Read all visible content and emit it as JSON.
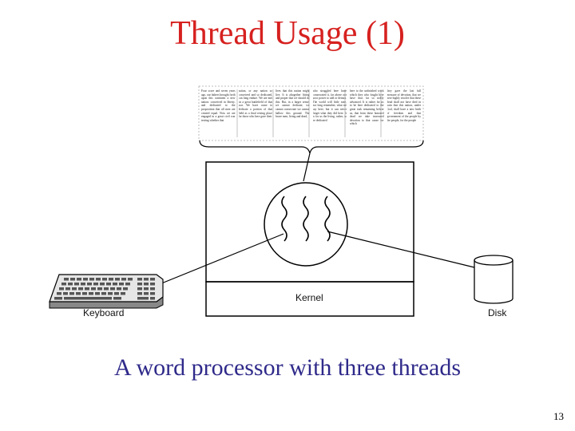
{
  "slide": {
    "title": "Thread Usage (1)",
    "caption": "A word processor with three threads",
    "page_number": "13"
  },
  "diagram": {
    "kernel_label": "Kernel",
    "keyboard_label": "Keyboard",
    "disk_label": "Disk",
    "document_columns": [
      "Four score and seven years ago, our fathers brought forth upon this continent a new nation: conceived in liberty, and dedicated to the proposition that all men are created equal. Now we are engaged in a great civil war testing whether that",
      "nation, or any nation so conceived and so dedicated, can long endure. We are met on a great battlefield of that war. We have come to dedicate a portion of that field as a final resting place for those who here gave their",
      "lives that this nation might live. It is altogether fitting and proper that we should do this. But, in a larger sense, we cannot dedicate, we cannot consecrate we cannot hallow this ground. The brave men, living and dead,",
      "who struggled here have consecrated it, far above our poor power to add or detract. The world will little note, nor long remember, what we say here, but it can never forget what they did here. It is for us the living, rather, to be dedicated",
      "here to the unfinished work which they who fought here have thus far so nobly advanced. It is rather for us to be here dedicated to the great task remaining before us, that from these honored dead we take increased devotion to that cause for which",
      "they gave the last full measure of devotion, that we here highly resolve that these dead shall not have died in vain that this nation, under God, shall have a new birth of freedom and that government of the people by the people, for the people"
    ]
  }
}
